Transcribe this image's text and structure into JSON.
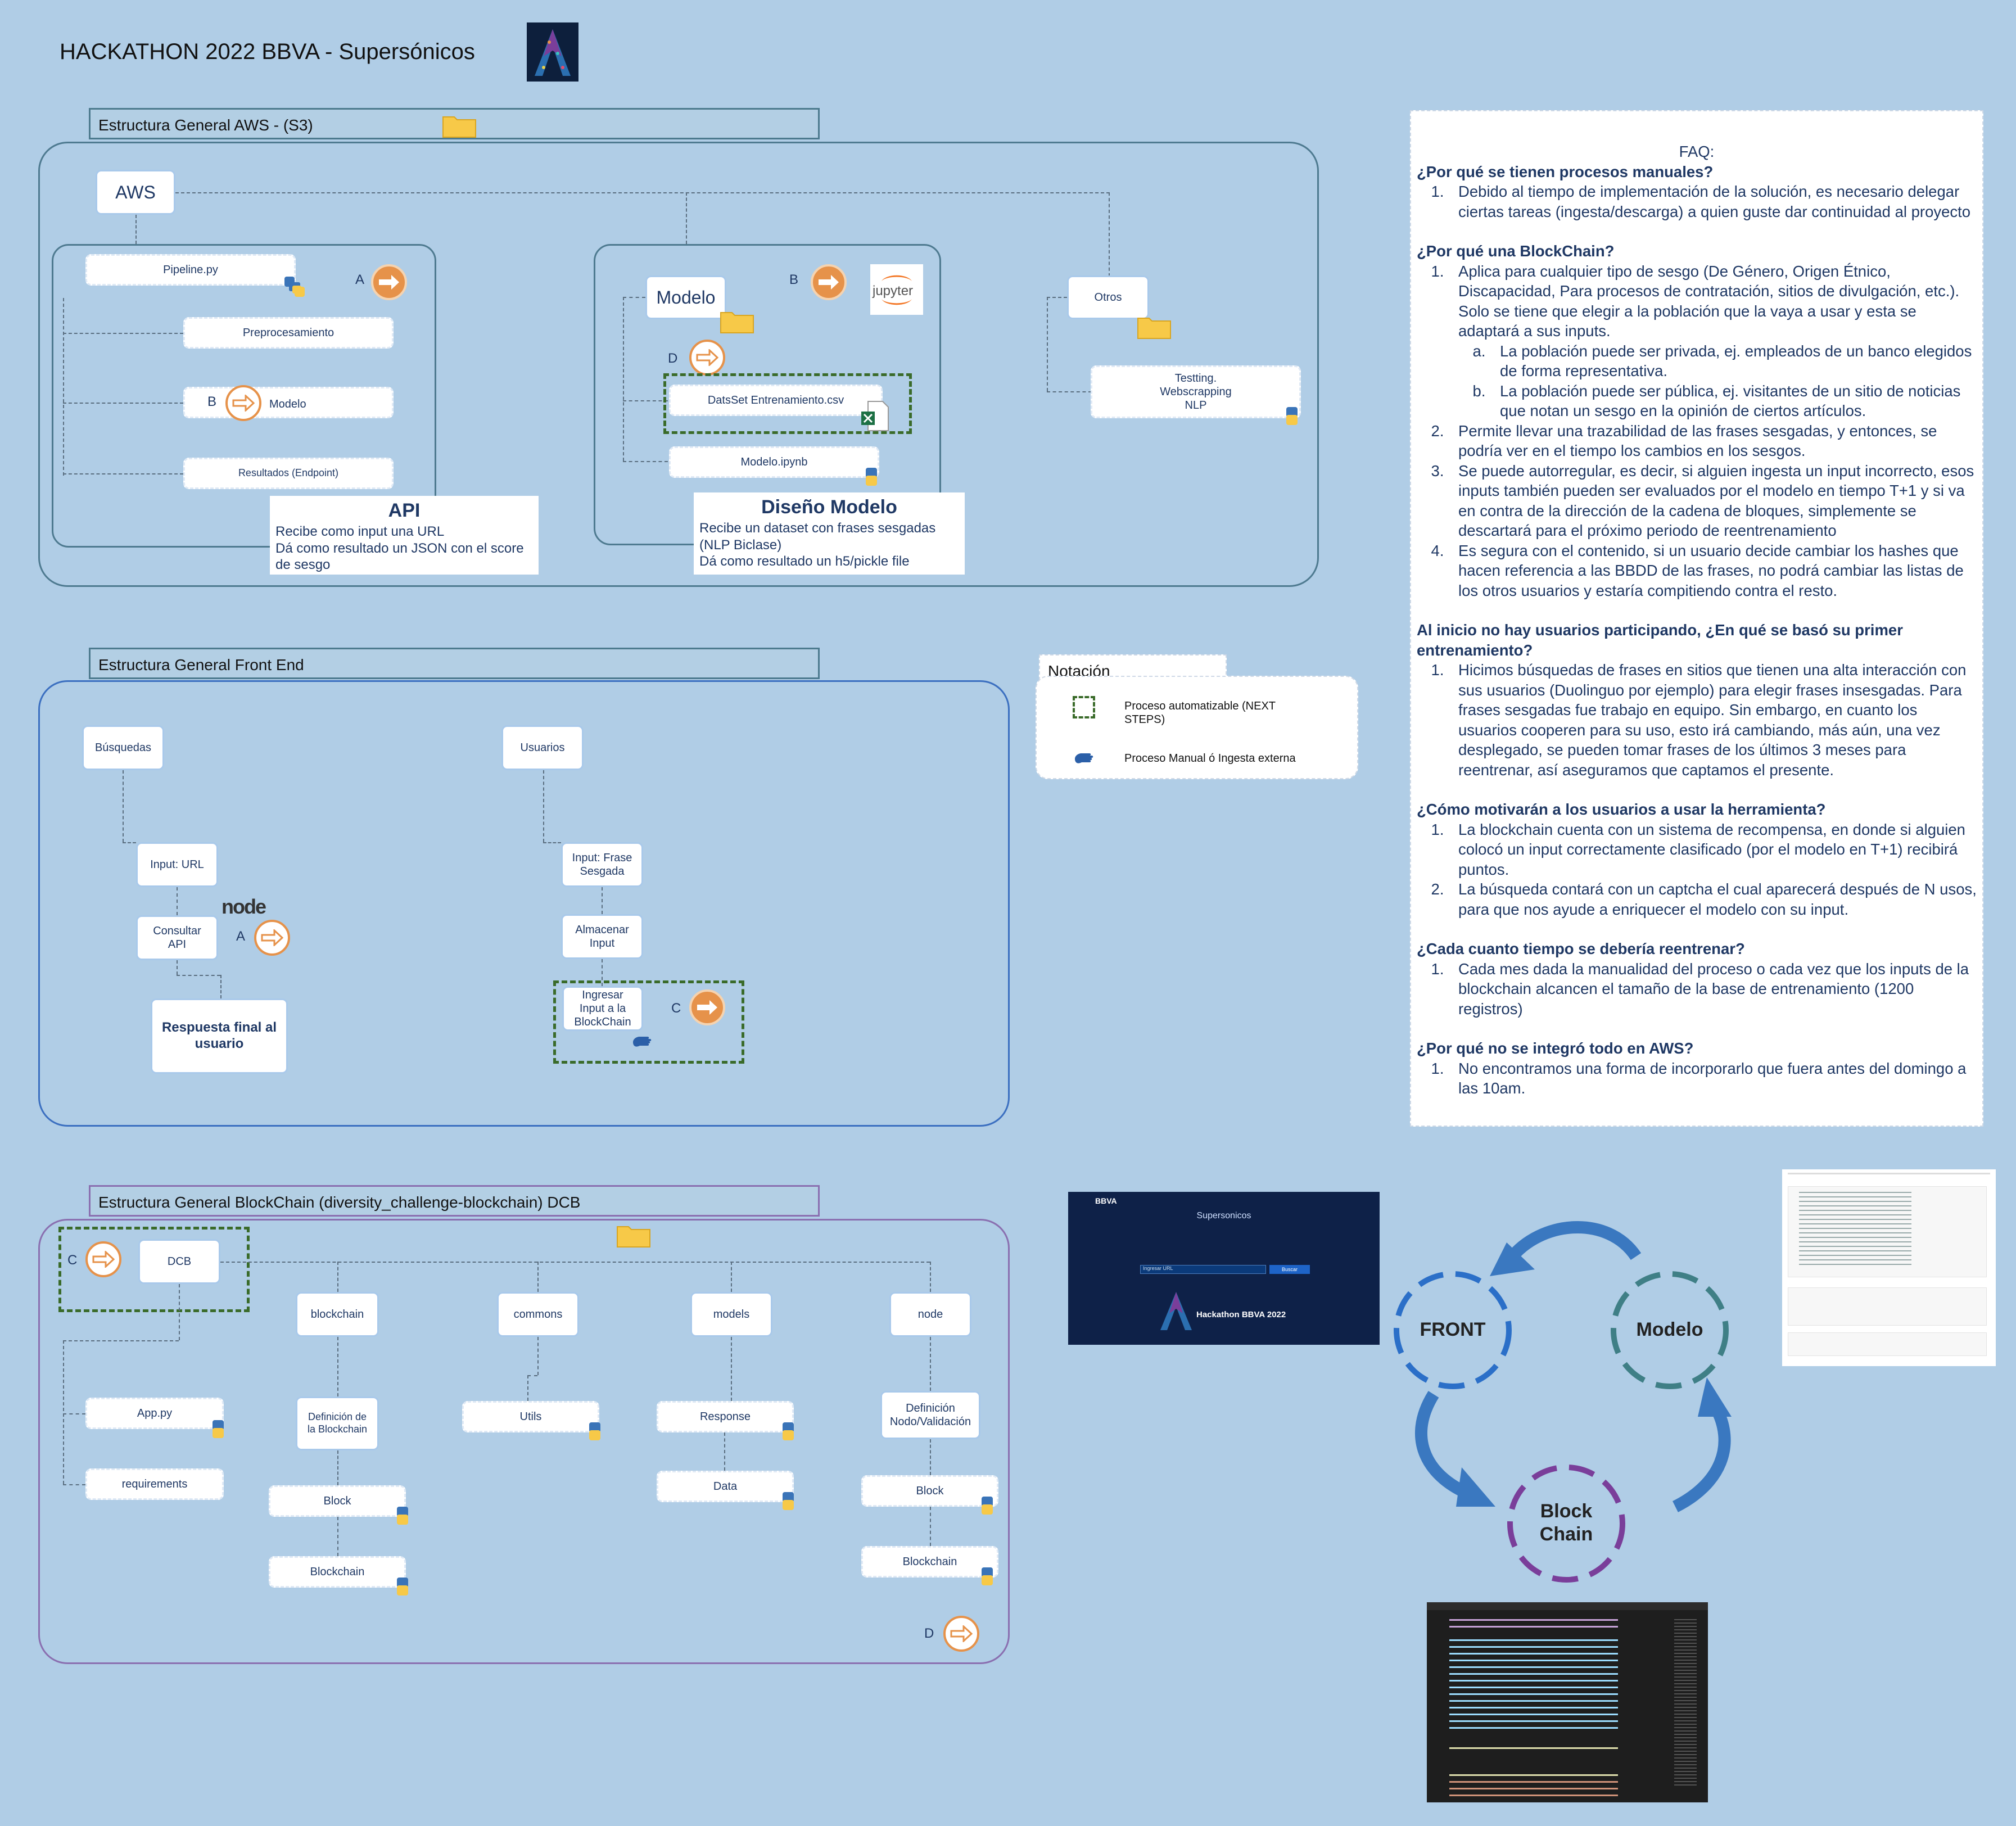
{
  "header": {
    "title": "HACKATHON 2022 BBVA - Supersónicos"
  },
  "aws": {
    "label": "Estructura General AWS - (S3)",
    "root": "AWS",
    "pipeline": "Pipeline.py",
    "preproc": "Preprocesamiento",
    "modelo_item": "Modelo",
    "resultados": "Resultados (Endpoint)",
    "letter_a": "A",
    "letter_b": "B",
    "letter_b2": "B",
    "letter_d": "D",
    "modelo_root": "Modelo",
    "dataset": "DatsSet Entrenamiento.csv",
    "modelo_ipynb": "Modelo.ipynb",
    "otros": "Otros",
    "testing": "Testting.\nWebscrapping\nNLP",
    "jupyter": "jupyter",
    "api": {
      "title": "API",
      "l1": "Recibe como input una URL",
      "l2": "Dá como resultado un JSON con el score",
      "l3": "de sesgo"
    },
    "diseno": {
      "title": "Diseño Modelo",
      "l1": "Recibe un dataset con frases sesgadas",
      "l2": "(NLP Biclase)",
      "l3": "Dá como resultado un h5/pickle file"
    }
  },
  "front": {
    "label": "Estructura General Front End",
    "busquedas": "Búsquedas",
    "input_url": "Input: URL",
    "consultar": "Consultar\nAPI",
    "letter_a": "A",
    "respuesta": "Respuesta final al\nusuario",
    "usuarios": "Usuarios",
    "input_frase": "Input: Frase\nSesgada",
    "almacenar": "Almacenar\nInput",
    "ingresar": "Ingresar\nInput a la\nBlockChain",
    "letter_c": "C",
    "node_logo": "node"
  },
  "notation": {
    "title": "Notación",
    "auto": "Proceso automatizable (NEXT STEPS)",
    "manual": "Proceso Manual ó Ingesta externa"
  },
  "faq": {
    "title": "FAQ:",
    "q1": "¿Por qué se tienen procesos manuales?",
    "q1_1": "Debido al tiempo de implementación de la solución, es necesario delegar ciertas tareas (ingesta/descarga) a quien guste dar continuidad al proyecto",
    "q2": "¿Por qué una BlockChain?",
    "q2_1": "Aplica para cualquier tipo de sesgo (De Género, Origen Étnico, Discapacidad, Para procesos de contratación, sitios de divulgación, etc.). Solo se tiene que elegir a la población que la vaya a usar y esta se adaptará a sus inputs.",
    "q2_1a": "La población puede ser privada,  ej. empleados de un banco elegidos de forma representativa.",
    "q2_1b": "La población puede ser pública, ej. visitantes de un sitio de noticias que notan un sesgo en la opinión de ciertos artículos.",
    "q2_2": "Permite llevar una trazabilidad de las frases sesgadas, y entonces, se podría ver en el tiempo los cambios en los sesgos.",
    "q2_3": "Se puede autorregular, es decir, si alguien ingesta un input incorrecto, esos inputs también pueden ser evaluados por el modelo en tiempo T+1 y si va en contra de la dirección de la cadena de bloques, simplemente se descartará para el próximo periodo de reentrenamiento",
    "q2_4": "Es segura con el contenido, si un usuario decide cambiar los hashes que hacen referencia a las BBDD de las frases, no podrá cambiar las listas de los otros usuarios y estaría compitiendo contra el resto.",
    "q3": "Al inicio no hay usuarios participando,  ¿En qué se basó su primer entrenamiento?",
    "q3_1": "Hicimos búsquedas de frases en sitios que tienen una alta interacción con sus usuarios (Duolinguo por ejemplo) para elegir frases insesgadas. Para frases sesgadas fue trabajo en equipo. Sin embargo, en cuanto los usuarios cooperen para su uso, esto irá cambiando, más aún, una vez desplegado, se pueden tomar frases de los últimos 3 meses para reentrenar, así aseguramos que captamos el presente.",
    "q4": "¿Cómo motivarán a los usuarios a usar la herramienta?",
    "q4_1": "La blockchain cuenta con un sistema de recompensa, en donde si alguien colocó un input correctamente clasificado (por el modelo en T+1) recibirá puntos.",
    "q4_2": "La búsqueda contará con un captcha el cual aparecerá después de N usos, para que nos ayude a enriquecer el modelo con su input.",
    "q5": "¿Cada cuanto tiempo se debería reentrenar?",
    "q5_1": "Cada mes dada la manualidad del proceso  o cada vez que los inputs de la blockchain alcancen el tamaño de la base de entrenamiento (1200 registros)",
    "q6": "¿Por qué no se integró todo en AWS?",
    "q6_1": "No encontramos una forma de incorporarlo que fuera antes del domingo a las 10am.",
    "n1": "1.",
    "n2": "2.",
    "n3": "3.",
    "n4": "4.",
    "na": "a.",
    "nb": "b."
  },
  "blockchain": {
    "label": "Estructura General BlockChain (diversity_challenge-blockchain) DCB",
    "dcb": "DCB",
    "letter_c": "C",
    "letter_d": "D",
    "app": "App.py",
    "requirements": "requirements",
    "bc": "blockchain",
    "definicion": "Definición de\nla Blockchain",
    "bc_block": "Block",
    "bc_blockchain": "Blockchain",
    "commons": "commons",
    "utils": "Utils",
    "models": "models",
    "response": "Response",
    "data": "Data",
    "node": "node",
    "def_nodo": "Definición\nNodo/Validación",
    "node_block": "Block",
    "node_blockchain": "Blockchain"
  },
  "cycle": {
    "front": "FRONT",
    "modelo": "Modelo",
    "block": "Block\nChain"
  },
  "web": {
    "brand": "BBVA",
    "title": "Supersonicos",
    "input_placeholder": "Ingresar URL",
    "button": "Buscar",
    "footer": "Hackathon BBVA 2022"
  },
  "colors": {
    "background": "#b0cde6",
    "accent_orange": "#e6924a",
    "green_dash": "#3a6b2a",
    "node_border": "#a9c9ea",
    "text_blue": "#1f3864"
  }
}
